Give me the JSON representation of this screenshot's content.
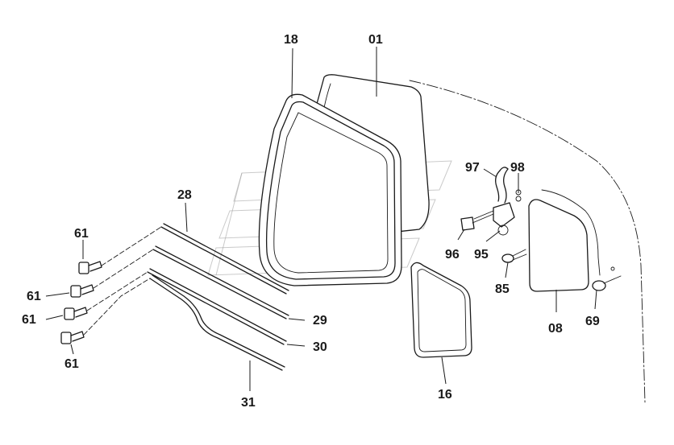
{
  "callouts": [
    {
      "id": "18",
      "label": "18"
    },
    {
      "id": "01",
      "label": "01"
    },
    {
      "id": "97",
      "label": "97"
    },
    {
      "id": "98",
      "label": "98"
    },
    {
      "id": "28",
      "label": "28"
    },
    {
      "id": "61a",
      "label": "61"
    },
    {
      "id": "61b",
      "label": "61"
    },
    {
      "id": "61c",
      "label": "61"
    },
    {
      "id": "61d",
      "label": "61"
    },
    {
      "id": "96",
      "label": "96"
    },
    {
      "id": "95",
      "label": "95"
    },
    {
      "id": "85",
      "label": "85"
    },
    {
      "id": "08",
      "label": "08"
    },
    {
      "id": "69",
      "label": "69"
    },
    {
      "id": "29",
      "label": "29"
    },
    {
      "id": "30",
      "label": "30"
    },
    {
      "id": "16",
      "label": "16"
    },
    {
      "id": "31",
      "label": "31"
    }
  ]
}
